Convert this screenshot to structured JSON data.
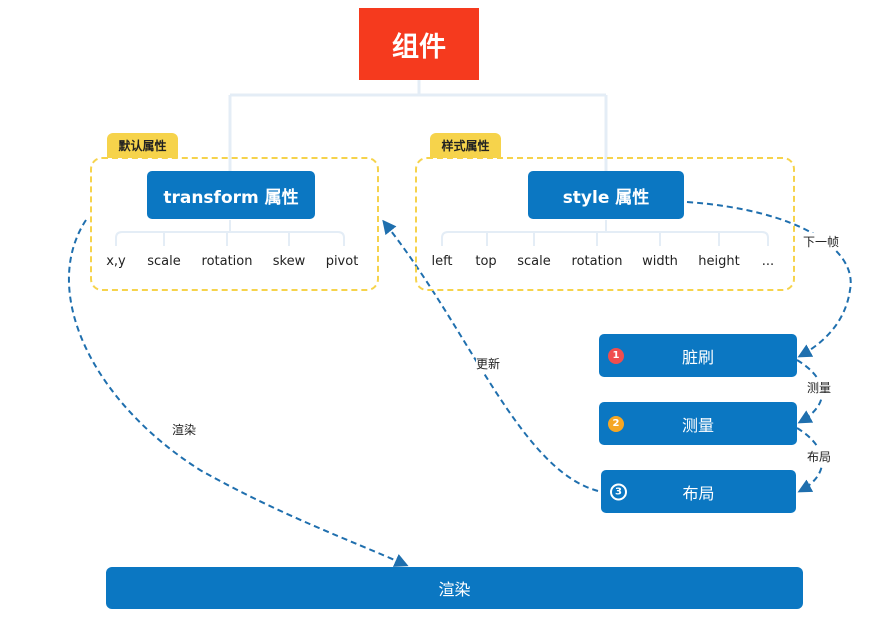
{
  "root": {
    "label": "组件"
  },
  "default_group": {
    "tag": "默认属性",
    "header": "transform 属性",
    "items": [
      "x,y",
      "scale",
      "rotation",
      "skew",
      "pivot"
    ]
  },
  "style_group": {
    "tag": "样式属性",
    "header": "style 属性",
    "items": [
      "left",
      "top",
      "scale",
      "rotation",
      "width",
      "height",
      "..."
    ]
  },
  "steps": [
    {
      "num": "1",
      "label": "脏刷",
      "color": "#f04e4e"
    },
    {
      "num": "2",
      "label": "测量",
      "color": "#f5a623"
    },
    {
      "num": "3",
      "label": "布局",
      "color": "#0b77c2"
    }
  ],
  "edges": {
    "next_frame": "下一帧",
    "measure": "测量",
    "layout": "布局",
    "update": "更新",
    "render": "渲染"
  },
  "render": {
    "label": "渲染"
  },
  "colors": {
    "root": "#f53a1e",
    "node": "#0b77c2",
    "group_border": "#f6d34b",
    "tree_line": "#e4edf6",
    "arrow": "#1f6fae"
  }
}
